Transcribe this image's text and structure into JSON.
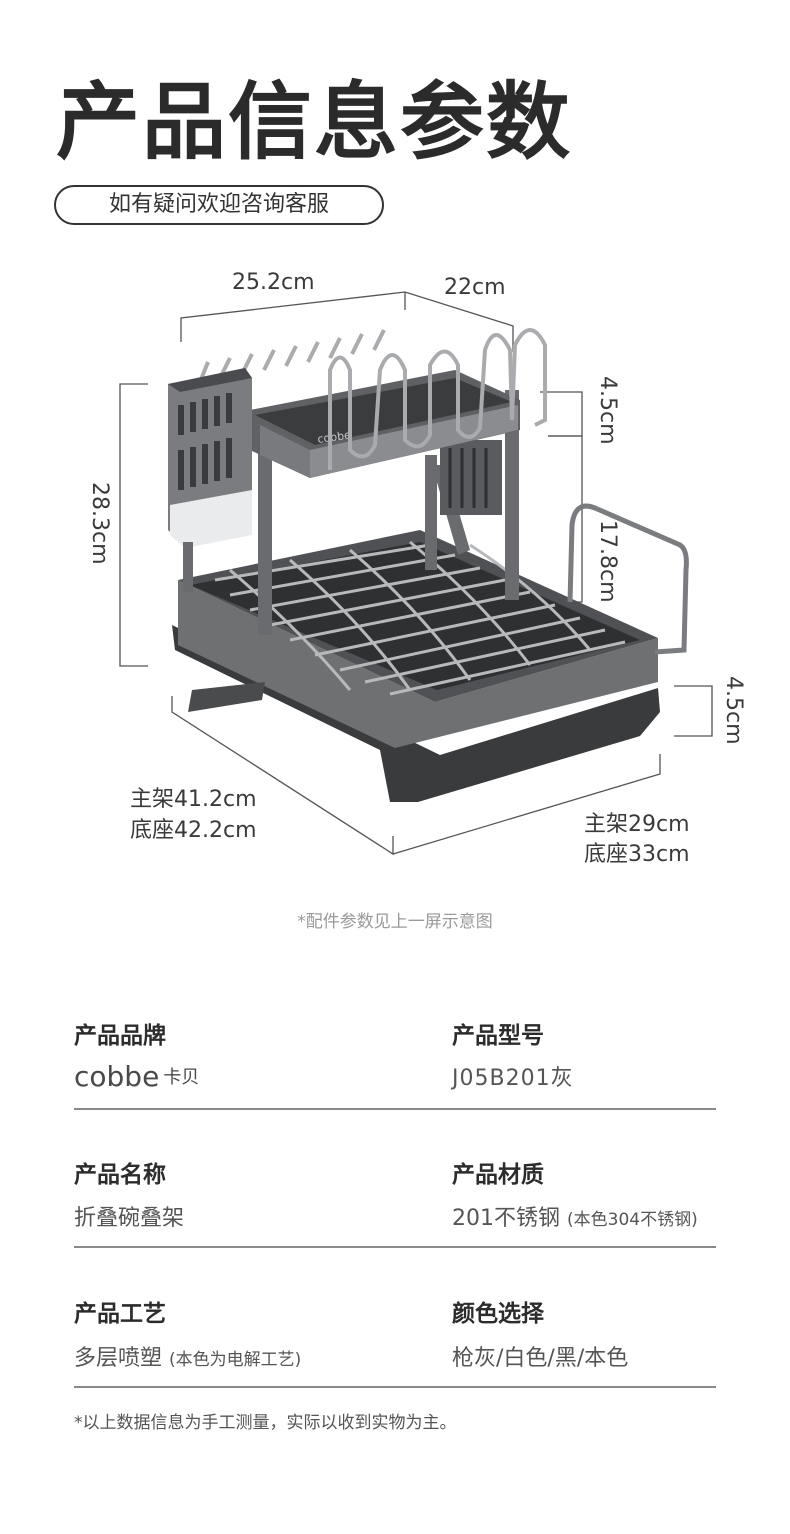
{
  "title": "产品信息参数",
  "subtitle": "如有疑问欢迎咨询客服",
  "dimensions": {
    "top_left": "25.2cm",
    "top_right": "22cm",
    "height_total": "28.3cm",
    "upper_gap": "4.5cm",
    "mid_height": "17.8cm",
    "base_height": "4.5cm",
    "length_main": "主架41.2cm",
    "length_base": "底座42.2cm",
    "width_main": "主架29cm",
    "width_base": "底座33cm"
  },
  "product_logo_text": "cobbe",
  "parts_note": "*配件参数见上一屏示意图",
  "specs": {
    "brand_label": "产品品牌",
    "brand_logo_word": "cobbe",
    "brand_logo_cn": "卡贝",
    "model_label": "产品型号",
    "model_value": "J05B201灰",
    "name_label": "产品名称",
    "name_value": "折叠碗叠架",
    "material_label": "产品材质",
    "material_value": "201不锈钢",
    "material_sub": "(本色304不锈钢)",
    "craft_label": "产品工艺",
    "craft_value": "多层喷塑",
    "craft_sub": "(本色为电解工艺)",
    "color_label": "颜色选择",
    "color_value": "枪灰/白色/黑/本色"
  },
  "footnote": "*以上数据信息为手工测量，实际以收到实物为主。"
}
